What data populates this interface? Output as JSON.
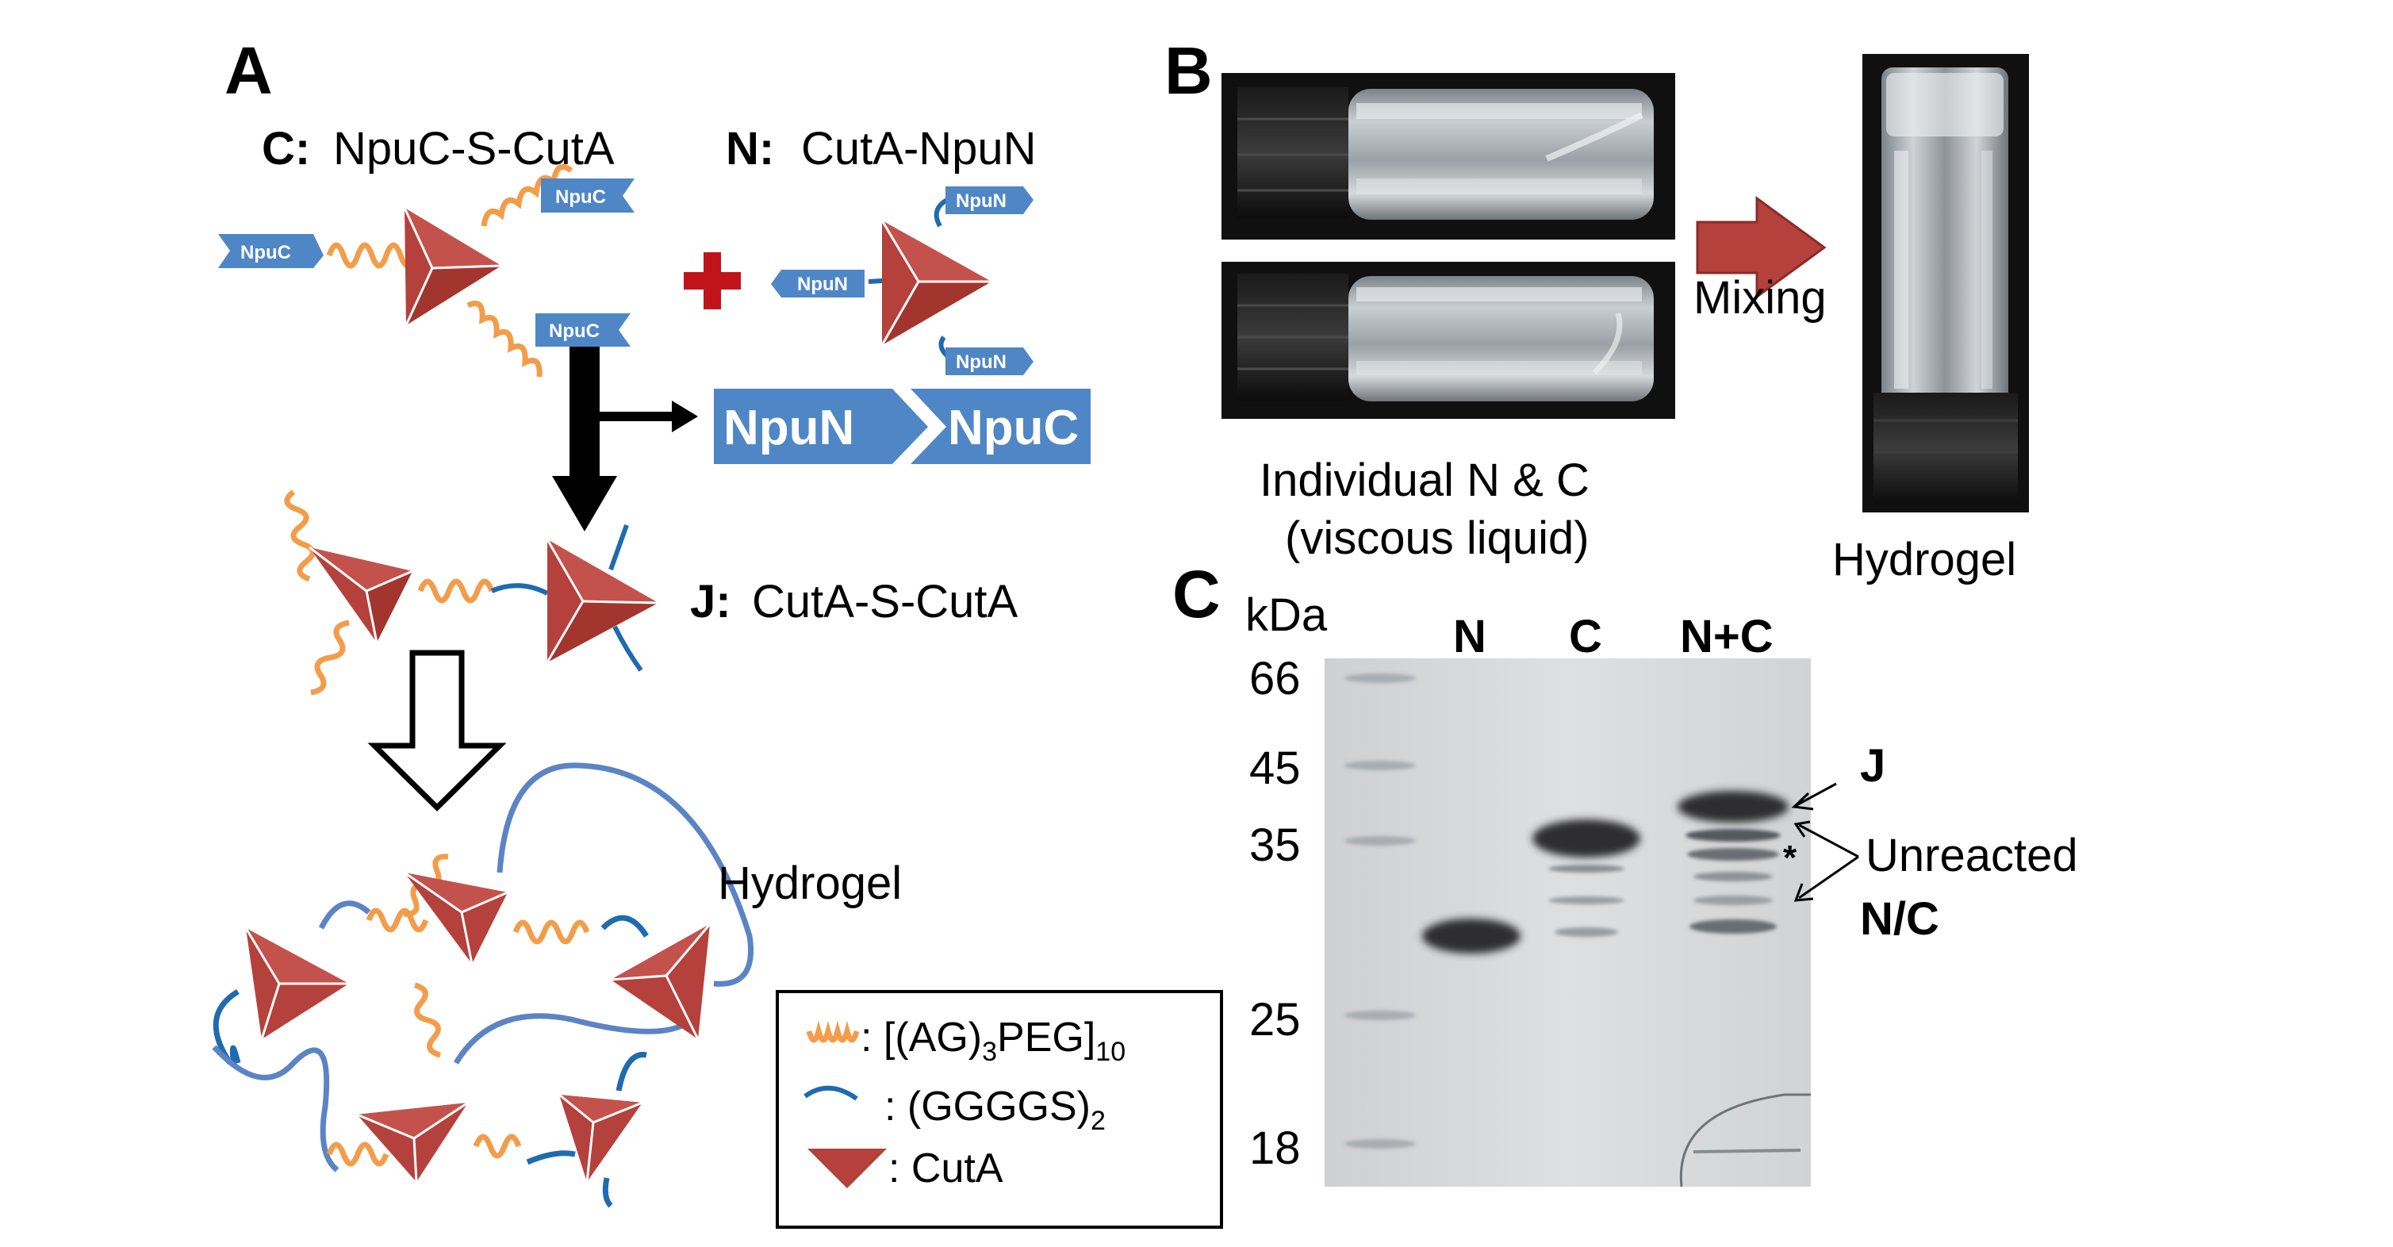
{
  "colors": {
    "cuta": "#b5413c",
    "linker_orange": "#f39c4a",
    "linker_blue": "#1f6bb0",
    "npu_tag": "#4f86c6",
    "arrow_red": "#b5413c",
    "plus_red": "#c0141a",
    "gel_bg": "#d9dadc",
    "photo_bg": "#111111"
  },
  "panel_a": {
    "letter": "A",
    "construct_c": {
      "key": "C:",
      "name": "NpuC-S-CutA"
    },
    "construct_n": {
      "key": "N:",
      "name": "CutA-NpuN"
    },
    "tag_npuc": "NpuC",
    "tag_npun": "NpuN",
    "byproduct": {
      "left": "NpuN",
      "right": "NpuC"
    },
    "product_j": {
      "key": "J:",
      "name": "CutA-S-CutA"
    },
    "hydrogel_label": "Hydrogel",
    "legend": {
      "linker_prefix": ": [(AG)",
      "linker_sub1": "3",
      "linker_mid": "PEG]",
      "linker_sub2": "10",
      "spacer_prefix": ": (GGGGS)",
      "spacer_sub": "2",
      "cuta_label": ": CutA"
    }
  },
  "panel_b": {
    "letter": "B",
    "arrow_label": "Mixing",
    "caption_line1": "Individual N & C",
    "caption_line2": "(viscous liquid)",
    "hydrogel_caption": "Hydrogel"
  },
  "panel_c": {
    "letter": "C",
    "unit": "kDa",
    "lanes": [
      "N",
      "C",
      "N+C"
    ],
    "ladder_labels": [
      "66",
      "45",
      "35",
      "25",
      "18"
    ],
    "annotation_j": "J",
    "annotation_star": "*",
    "annotation_unreacted_line1": "Unreacted",
    "annotation_unreacted_line2": "N/C"
  }
}
